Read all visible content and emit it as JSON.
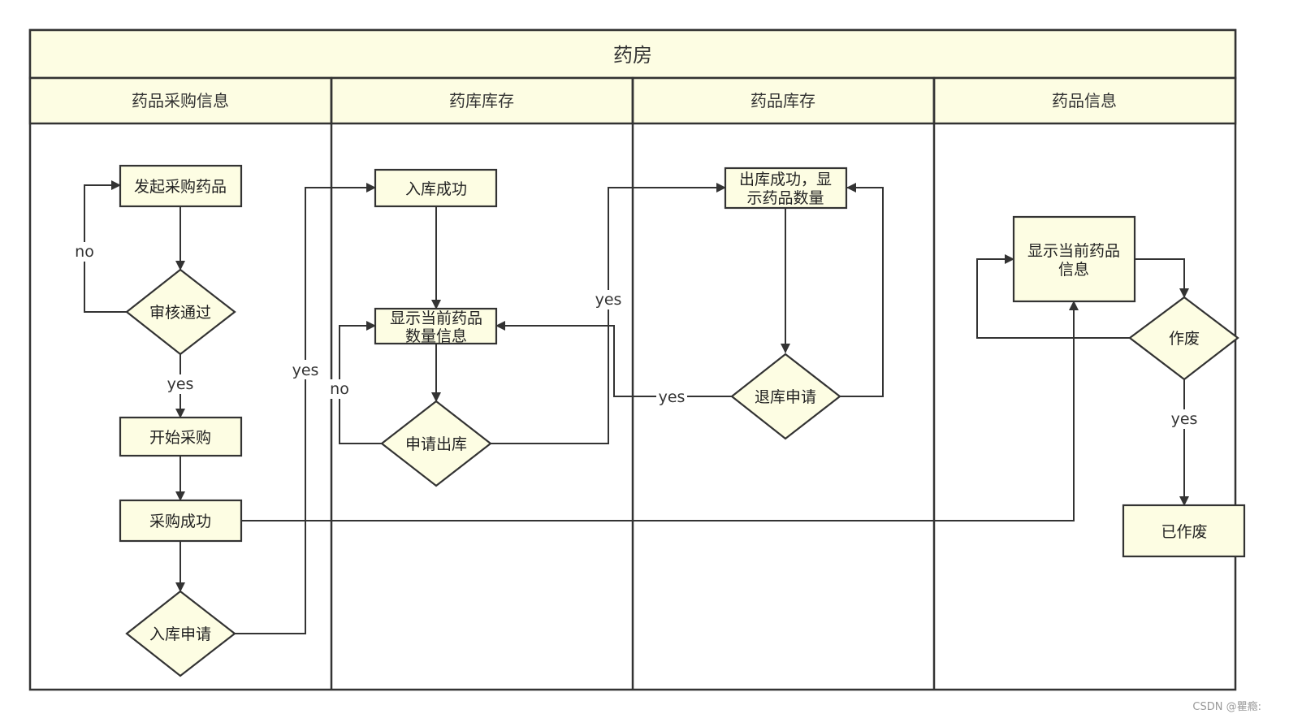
{
  "pool": {
    "title": "药房"
  },
  "lanes": [
    {
      "id": "lane1",
      "label": "药品采购信息"
    },
    {
      "id": "lane2",
      "label": "药库库存"
    },
    {
      "id": "lane3",
      "label": "药品库存"
    },
    {
      "id": "lane4",
      "label": "药品信息"
    }
  ],
  "nodes": {
    "start_purchase_request": {
      "label": [
        "发起采购药品"
      ]
    },
    "review_pass": {
      "label": [
        "审核通过"
      ]
    },
    "start_purchase": {
      "label": [
        "开始采购"
      ]
    },
    "purchase_success": {
      "label": [
        "采购成功"
      ]
    },
    "inbound_request": {
      "label": [
        "入库申请"
      ]
    },
    "inbound_success": {
      "label": [
        "入库成功"
      ]
    },
    "show_warehouse_qty": {
      "label": [
        "显示当前药品",
        "数量信息"
      ]
    },
    "apply_outbound": {
      "label": [
        "申请出库"
      ]
    },
    "outbound_success": {
      "label": [
        "出库成功，显",
        "示药品数量"
      ]
    },
    "return_request": {
      "label": [
        "退库申请"
      ]
    },
    "show_drug_info": {
      "label": [
        "显示当前药品",
        "信息"
      ]
    },
    "void": {
      "label": [
        "作废"
      ]
    },
    "voided": {
      "label": [
        "已作废"
      ]
    }
  },
  "edge_labels": {
    "review_no": "no",
    "review_yes": "yes",
    "inbound_yes": "yes",
    "outbound_no": "no",
    "outbound_yes": "yes",
    "return_yes": "yes",
    "void_yes": "yes"
  },
  "watermark": "CSDN @瞿瘾:"
}
